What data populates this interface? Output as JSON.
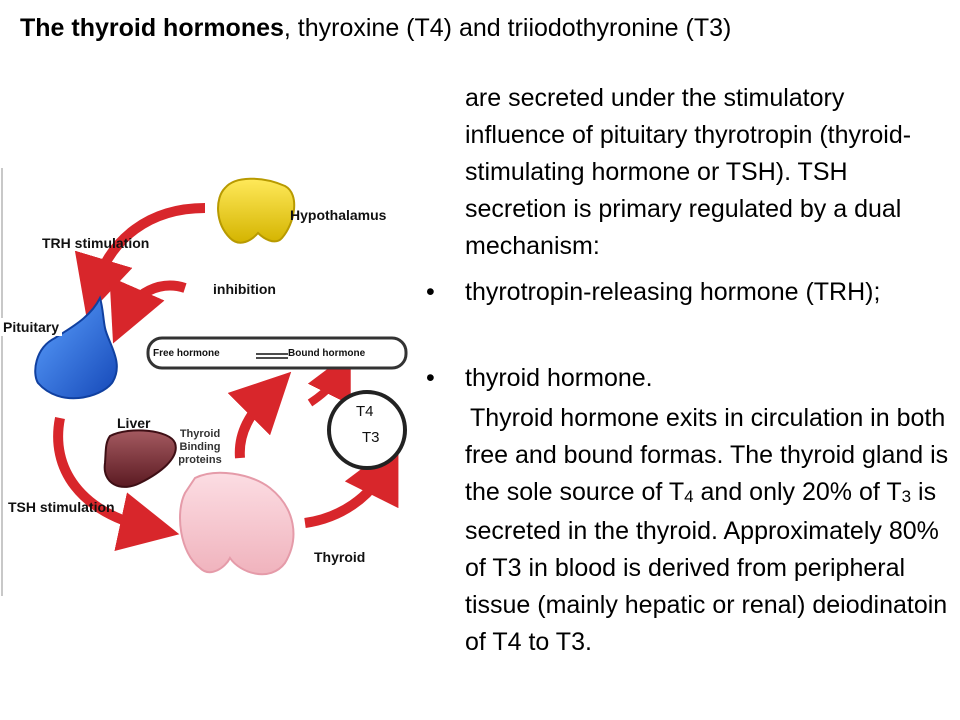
{
  "title": {
    "bold": "The thyroid hormones",
    "rest": ", thyroxine (T4) and triiodothyronine (T3)"
  },
  "body": {
    "intro": "are secreted under the stimulatory influence of pituitary thyrotropin (thyroid-stimulating hormone or TSH). TSH secretion is primary regulated by a dual mechanism:",
    "bullets": [
      "thyrotropin-releasing hormone (TRH);",
      "thyroid hormone."
    ],
    "bullet_char": "•",
    "p2": {
      "a": "Thyroid hormone exits in circulation in both free and bound formas. The thyroid gland is the sole source of T",
      "sub1": "4",
      "b": " and only 20% of T",
      "sub2": "3",
      "c": " is secreted in the thyroid. Approximately 80% of T3 in blood is derived from peripheral tissue (mainly hepatic or renal) deiodinatoin of T4 to T3."
    }
  },
  "diagram": {
    "hypothalamus": "Hypothalamus",
    "trh": "TRH stimulation",
    "inhibition": "inhibition",
    "pituitary": "Pituitary",
    "free": "Free hormone",
    "bound": "Bound hormone",
    "liver": "Liver",
    "binding": [
      "Thyroid",
      "Binding",
      "proteins"
    ],
    "t4": "T4",
    "t3": "T3",
    "tsh": "TSH stimulation",
    "thyroid": "Thyroid"
  }
}
